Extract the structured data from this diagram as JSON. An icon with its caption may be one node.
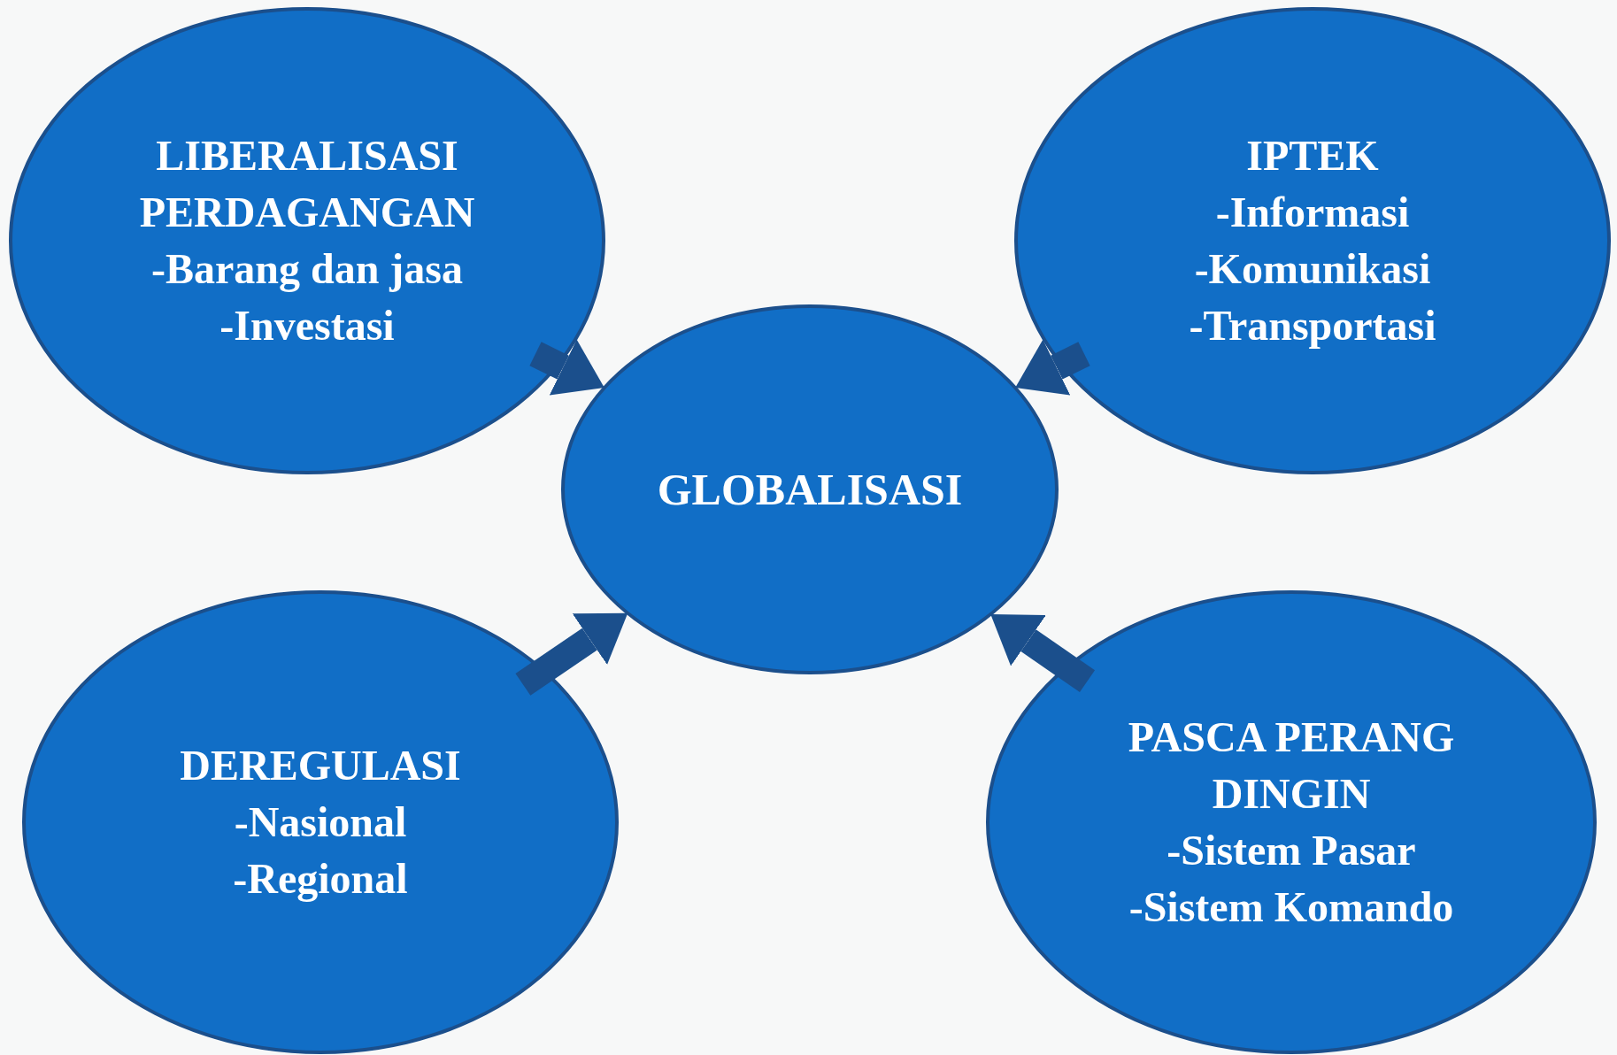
{
  "diagram": {
    "nodes": [
      {
        "text": [
          "LIBERALISASI PERDAGANGAN",
          "-Barang dan jasa",
          "-Investasi"
        ]
      },
      {
        "text": [
          "IPTEK",
          "-Informasi",
          "-Komunikasi",
          "-Transportasi"
        ]
      },
      {
        "text": [
          "GLOBALISASI"
        ]
      },
      {
        "text": [
          "DEREGULASI",
          "-Nasional",
          "-Regional"
        ]
      },
      {
        "text": [
          "PASCA PERANG DINGIN",
          "-Sistem Pasar",
          "-Sistem Komando"
        ]
      }
    ],
    "edges": [
      {
        "from": 0,
        "to": 2,
        "arrow": "to"
      },
      {
        "from": 1,
        "to": 2,
        "arrow": "to"
      },
      {
        "from": 3,
        "to": 2,
        "arrow": "to"
      },
      {
        "from": 4,
        "to": 2,
        "arrow": "to"
      }
    ]
  }
}
